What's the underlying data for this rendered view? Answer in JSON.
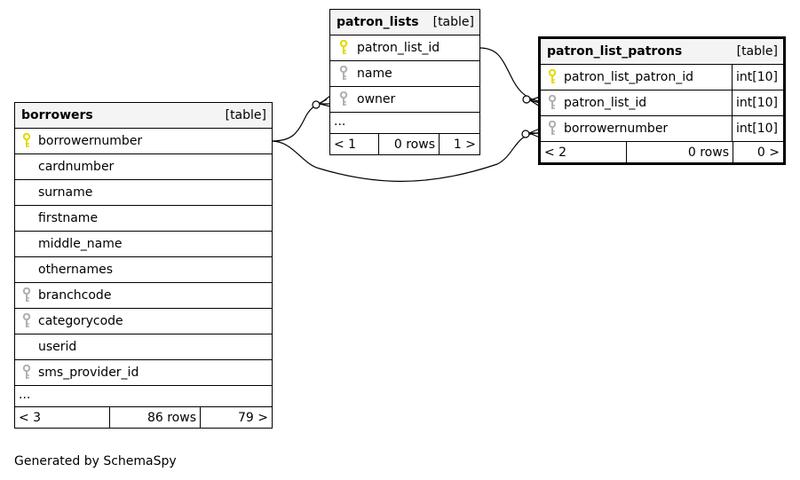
{
  "footer_text": "Generated by SchemaSpy",
  "colors": {
    "primary_key": "#e6d800",
    "foreign_key": "#b0b0b0"
  },
  "borrowers": {
    "name": "borrowers",
    "kind": "[table]",
    "columns": [
      {
        "name": "borrowernumber",
        "icon": "primary-key-icon"
      },
      {
        "name": "cardnumber",
        "icon": ""
      },
      {
        "name": "surname",
        "icon": ""
      },
      {
        "name": "firstname",
        "icon": ""
      },
      {
        "name": "middle_name",
        "icon": ""
      },
      {
        "name": "othernames",
        "icon": ""
      },
      {
        "name": "branchcode",
        "icon": "foreign-key-icon"
      },
      {
        "name": "categorycode",
        "icon": "foreign-key-icon"
      },
      {
        "name": "userid",
        "icon": ""
      },
      {
        "name": "sms_provider_id",
        "icon": "foreign-key-icon"
      }
    ],
    "more": "...",
    "footer": {
      "parents": "< 3",
      "rows": "86 rows",
      "children": "79 >"
    }
  },
  "patron_lists": {
    "name": "patron_lists",
    "kind": "[table]",
    "columns": [
      {
        "name": "patron_list_id",
        "icon": "primary-key-icon"
      },
      {
        "name": "name",
        "icon": "foreign-key-icon"
      },
      {
        "name": "owner",
        "icon": "foreign-key-icon"
      }
    ],
    "more": "...",
    "footer": {
      "parents": "< 1",
      "rows": "0 rows",
      "children": "1 >"
    }
  },
  "patron_list_patrons": {
    "name": "patron_list_patrons",
    "kind": "[table]",
    "columns": [
      {
        "name": "patron_list_patron_id",
        "type": "int[10]",
        "icon": "primary-key-icon"
      },
      {
        "name": "patron_list_id",
        "type": "int[10]",
        "icon": "foreign-key-icon"
      },
      {
        "name": "borrowernumber",
        "type": "int[10]",
        "icon": "foreign-key-icon"
      }
    ],
    "footer": {
      "parents": "< 2",
      "rows": "0 rows",
      "children": "0 >"
    }
  }
}
